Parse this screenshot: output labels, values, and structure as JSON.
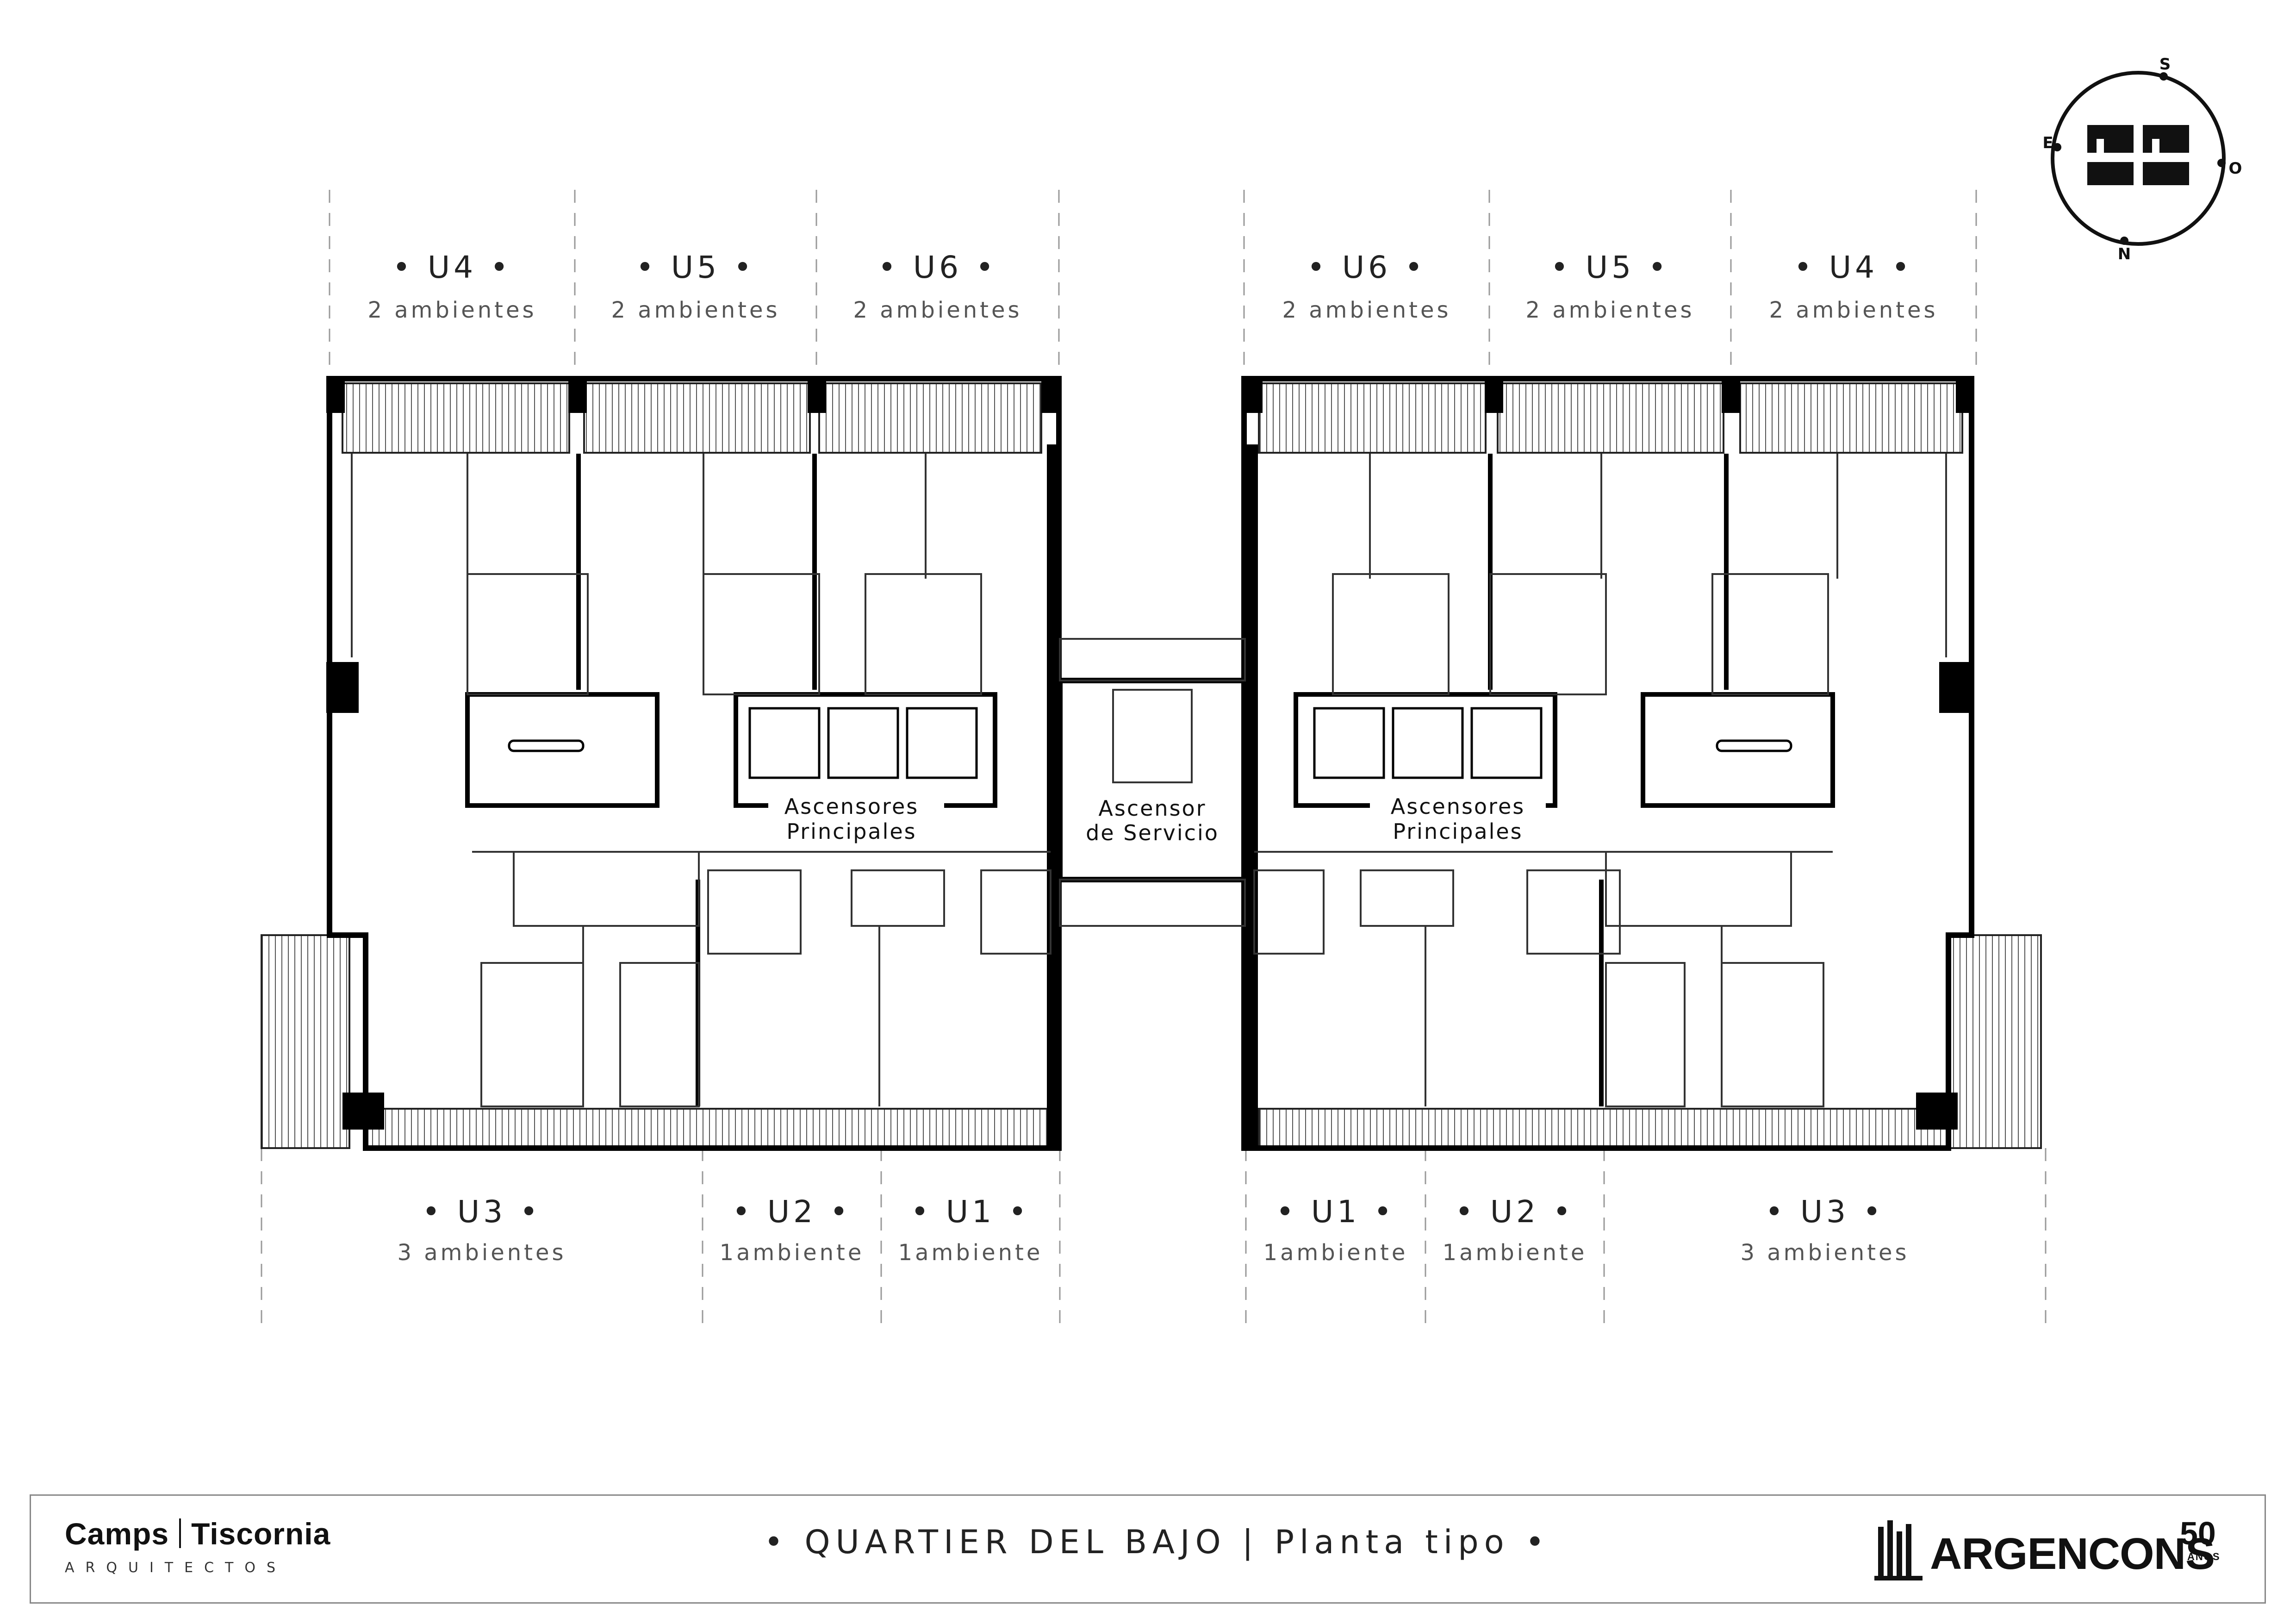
{
  "units_top_left": [
    {
      "id": "U4",
      "label": "• U4 •",
      "rooms": "2 ambientes"
    },
    {
      "id": "U5",
      "label": "• U5 •",
      "rooms": "2 ambientes"
    },
    {
      "id": "U6",
      "label": "• U6 •",
      "rooms": "2 ambientes"
    }
  ],
  "units_top_right": [
    {
      "id": "U6",
      "label": "• U6 •",
      "rooms": "2 ambientes"
    },
    {
      "id": "U5",
      "label": "• U5 •",
      "rooms": "2 ambientes"
    },
    {
      "id": "U4",
      "label": "• U4 •",
      "rooms": "2 ambientes"
    }
  ],
  "units_bottom_left": [
    {
      "id": "U3",
      "label": "• U3 •",
      "rooms": "3 ambientes"
    },
    {
      "id": "U2",
      "label": "• U2 •",
      "rooms": "1ambiente"
    },
    {
      "id": "U1",
      "label": "• U1 •",
      "rooms": "1ambiente"
    }
  ],
  "units_bottom_right": [
    {
      "id": "U1",
      "label": "• U1 •",
      "rooms": "1ambiente"
    },
    {
      "id": "U2",
      "label": "• U2 •",
      "rooms": "1ambiente"
    },
    {
      "id": "U3",
      "label": "• U3 •",
      "rooms": "3 ambientes"
    }
  ],
  "core_labels": {
    "left_elevators": [
      "Ascensores",
      "Principales"
    ],
    "service_elevator": [
      "Ascensor",
      "de Servicio"
    ],
    "right_elevators": [
      "Ascensores",
      "Principales"
    ]
  },
  "compass": {
    "north": "N",
    "south": "S",
    "east": "E",
    "west": "O"
  },
  "footer": {
    "architect_part1": "Camps",
    "architect_part2": "Tiscornia",
    "architect_sub": "ARQUITECTOS",
    "title": "• QUARTIER DEL BAJO | Planta tipo •",
    "developer": "ARGENCONS",
    "developer_badge_number": "50",
    "developer_badge_text": "AÑOS"
  },
  "colors": {
    "wall": "#000000",
    "line": "#333333",
    "dashed": "#999999",
    "text": "#222222"
  }
}
